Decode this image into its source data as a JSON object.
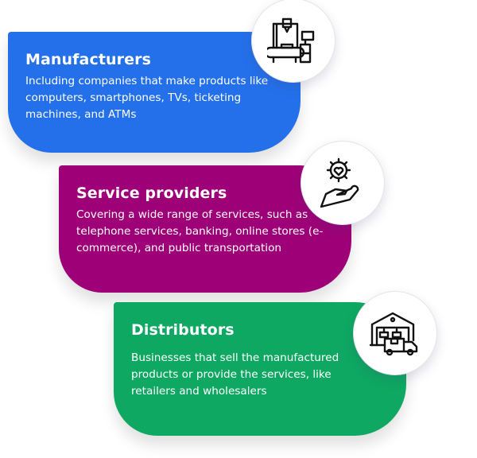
{
  "cards": [
    {
      "title": "Manufacturers",
      "description": "Including companies that make products like computers, smartphones, TVs, ticketing machines, and ATMs",
      "color": "#2470ea",
      "icon": "manufacturing-machine-icon"
    },
    {
      "title": "Service providers",
      "description": "Covering a wide range of services, such as telephone services, banking, online stores (e-commerce), and public transportation",
      "color": "#9e0077",
      "icon": "hand-gear-heart-icon"
    },
    {
      "title": "Distributors",
      "description": "Businesses that sell the manufactured products or provide the services, like retailers and wholesalers",
      "color": "#0ea862",
      "icon": "warehouse-truck-icon"
    }
  ]
}
